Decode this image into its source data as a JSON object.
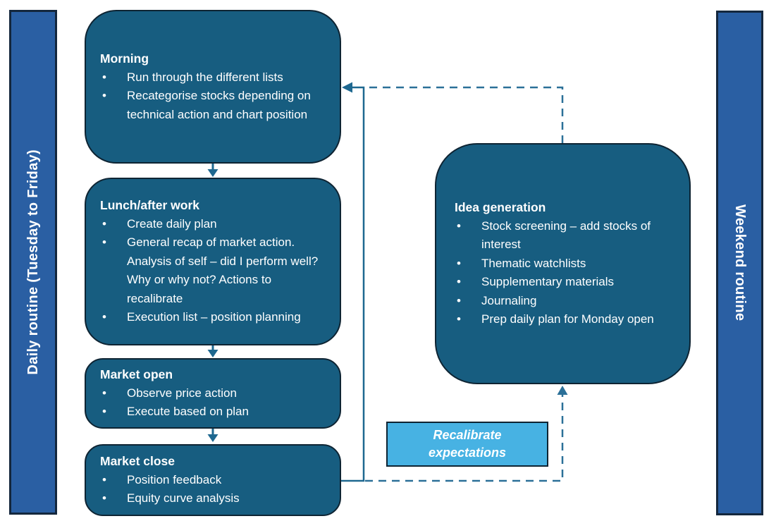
{
  "left_bar": {
    "label": "Daily routine (Tuesday to Friday)"
  },
  "right_bar": {
    "label": "Weekend routine"
  },
  "boxes": {
    "morning": {
      "title": "Morning",
      "bullets": [
        "Run through the different lists",
        "Recategorise stocks depending on technical action and chart position"
      ]
    },
    "lunch": {
      "title": "Lunch/after work",
      "bullets": [
        "Create daily plan",
        "General recap of market action. Analysis of self – did I perform well? Why or why not? Actions to recalibrate",
        "Execution list – position planning"
      ]
    },
    "market_open": {
      "title": "Market open",
      "bullets": [
        "Observe price action",
        "Execute based on plan"
      ]
    },
    "market_close": {
      "title": "Market close",
      "bullets": [
        "Position feedback",
        "Equity curve analysis"
      ]
    },
    "idea_generation": {
      "title": "Idea generation",
      "bullets": [
        "Stock screening – add stocks of interest",
        "Thematic watchlists",
        "Supplementary materials",
        "Journaling",
        "Prep daily plan for Monday open"
      ]
    }
  },
  "callout": {
    "label": "Recalibrate expectations"
  },
  "colors": {
    "box_fill": "#175D80",
    "box_border": "#0E2433",
    "bar_fill": "#2A5FA3",
    "bar_border": "#14273D",
    "connector_solid": "#1E6890",
    "connector_dashed": "#2B7098",
    "callout_fill": "#47B2E3",
    "text": "#FFFFFF"
  }
}
